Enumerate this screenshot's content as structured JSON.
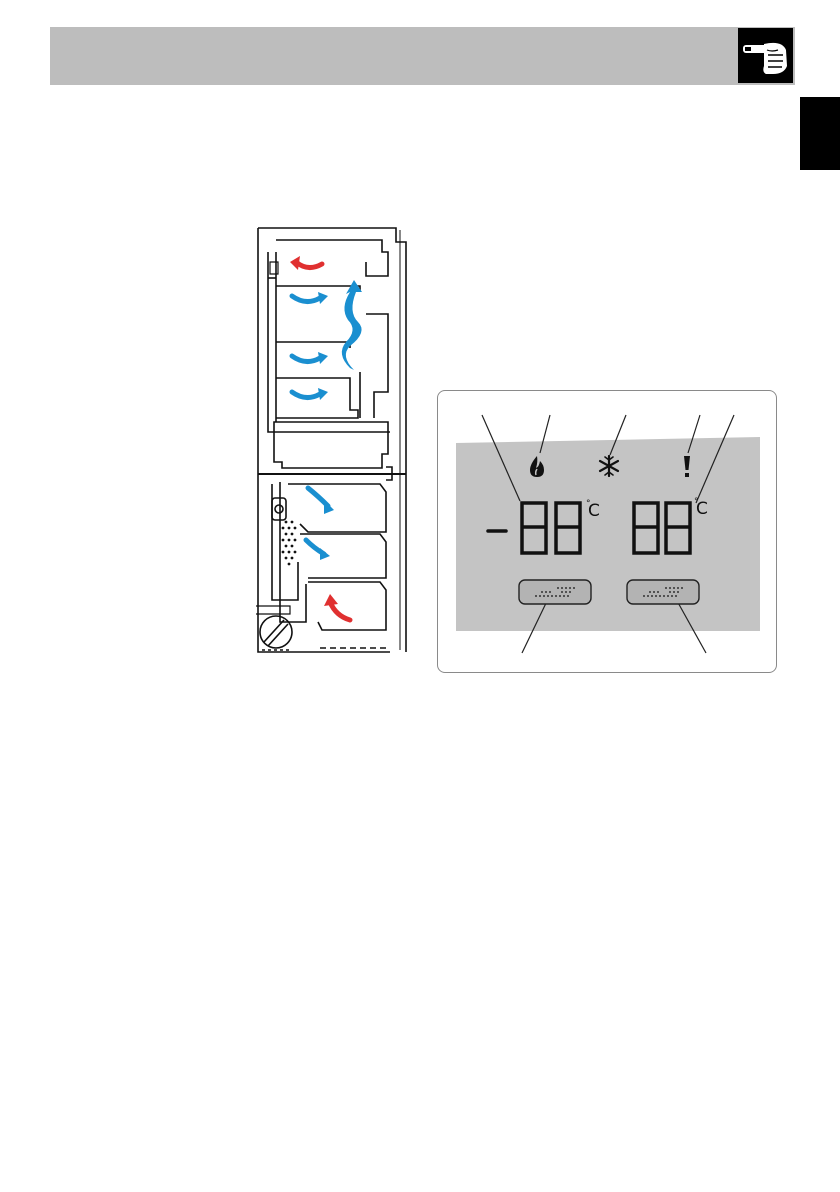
{
  "header": {
    "icon": "hand-pointing-icon"
  },
  "lcd": {
    "icons": [
      "eco-flame-icon",
      "snowflake-icon",
      "alarm-exclamation-icon"
    ],
    "left_unit": "C",
    "right_unit": "C",
    "buttons": [
      "left-zone-button",
      "right-zone-button"
    ]
  },
  "colors": {
    "header_bg": "#bdbdbd",
    "lcd_bg": "#c4c4c4",
    "cold_air": "#1a8fd0",
    "warm_air": "#e03030",
    "side_tab": "#000000"
  }
}
